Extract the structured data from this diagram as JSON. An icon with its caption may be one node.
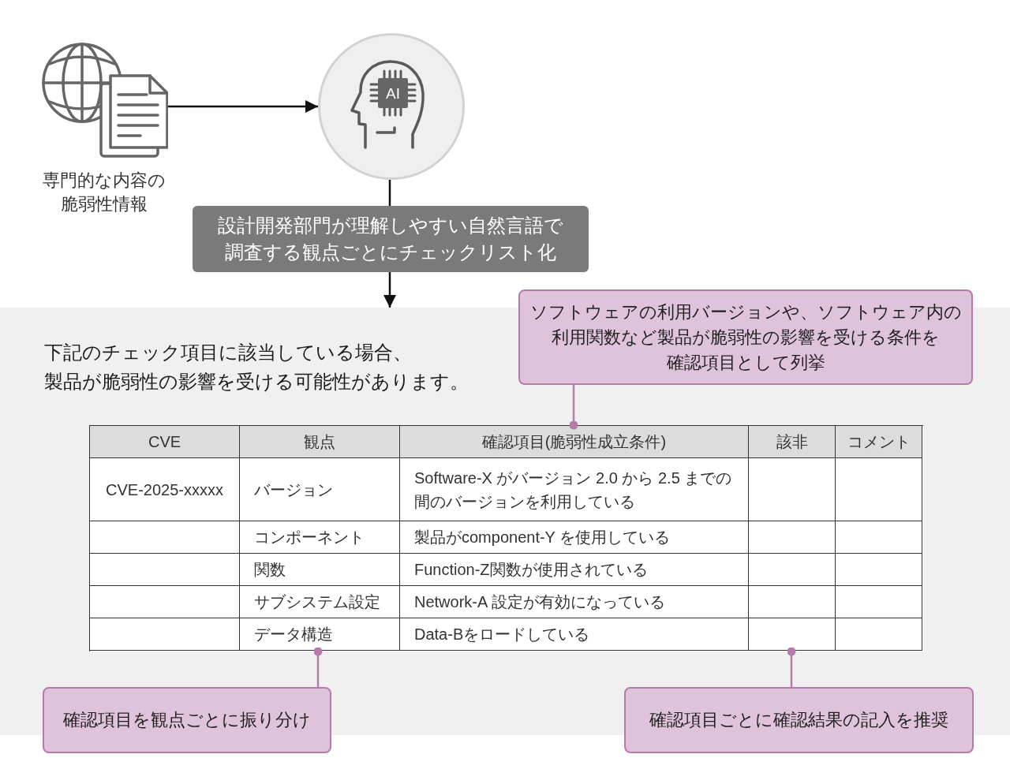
{
  "diagram": {
    "nodes": [
      {
        "text": [
          "専門的な内容の脆弱性情報"
        ]
      },
      {
        "text": [
          "AI"
        ]
      },
      {
        "text": [
          "設計開発部門が理解しやすい自然言語で調査する観点ごとにチェックリスト化"
        ]
      },
      {
        "text": [
          "下記のチェック項目に該当している場合、製品が脆弱性の影響を受ける可能性があります。"
        ]
      },
      {
        "text": [
          "ソフトウェアの利用バージョンや、ソフトウェア内の利用関数など製品が脆弱性の影響を受ける条件を確認項目として列挙"
        ]
      },
      {
        "text": [],
        "shape": "table",
        "in": 3
      },
      {
        "text": [
          "確認項目を観点ごとに振り分け"
        ]
      },
      {
        "text": [
          "確認項目ごとに確認結果の記入を推奨"
        ]
      }
    ],
    "edges": [
      {
        "from": 0,
        "to": 1,
        "arrow": "to"
      },
      {
        "from": 1,
        "to": 2,
        "arrow": "none"
      },
      {
        "from": 2,
        "to": 3,
        "arrow": "to"
      },
      {
        "from": 4,
        "to": 5,
        "arrow": "other",
        "color": "#b77bab"
      },
      {
        "from": 6,
        "to": 5,
        "arrow": "other",
        "color": "#b77bab"
      },
      {
        "from": 7,
        "to": 5,
        "arrow": "other",
        "color": "#b77bab"
      }
    ],
    "labels": [
      "CVE",
      "観点",
      "確認項目(脆弱性成立条件)",
      "該非",
      "コメント",
      "CVE-2025-xxxxx",
      "バージョン",
      "Software-X がバージョン 2.0 から 2.5 までの間のバージョンを利用している",
      "コンポーネント",
      "製品がcomponent-Y を使用している",
      "関数",
      "Function-Z関数が使用されている",
      "サブシステム設定",
      "Network-A 設定が有効になっている",
      "データ構造",
      "Data-Bをロードしている"
    ]
  }
}
